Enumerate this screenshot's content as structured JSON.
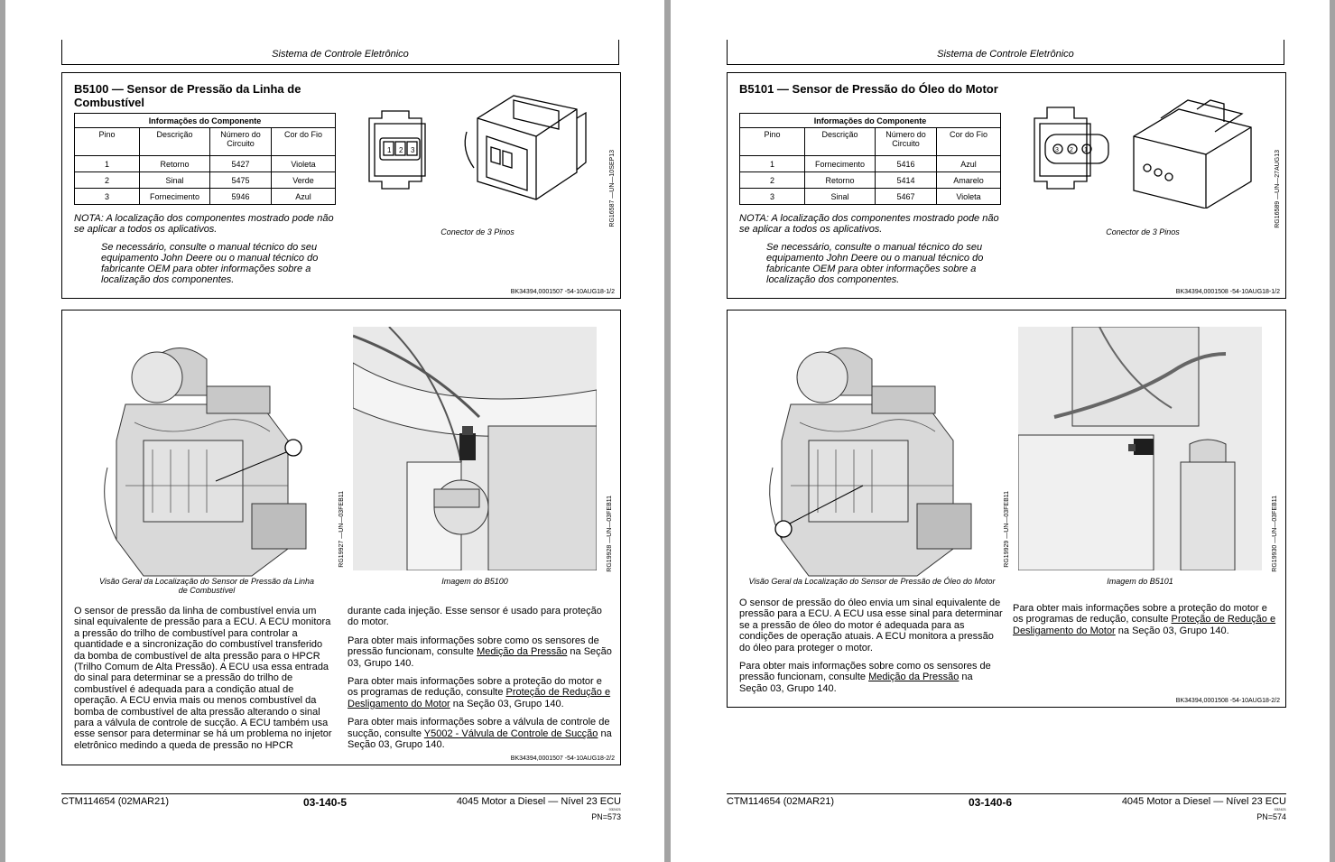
{
  "pages": [
    {
      "header": "Sistema de Controle Eletrônico",
      "title": "B5100 — Sensor de Pressão da Linha de Combustível",
      "table": {
        "caption": "Informações do Componente",
        "headers": [
          "Pino",
          "Descrição",
          "Número do Circuito",
          "Cor do Fio"
        ],
        "rows": [
          [
            "1",
            "Retorno",
            "5427",
            "Violeta"
          ],
          [
            "2",
            "Sinal",
            "5475",
            "Verde"
          ],
          [
            "3",
            "Fornecimento",
            "5946",
            "Azul"
          ]
        ]
      },
      "nota": "NOTA: A localização dos componentes mostrado pode não se aplicar a todos os aplicativos.",
      "nota2": "Se necessário, consulte o manual técnico do seu equipamento John Deere ou o manual técnico do fabricante OEM para obter informações sobre a localização dos componentes.",
      "conn_caption": "Conector de 3 Pinos",
      "conn_pins": [
        "1",
        "2",
        "3"
      ],
      "conn_code": "RG16587 —UN—10SEP13",
      "ref1": "BK34394,0001507 -54-10AUG18-1/2",
      "eng_caption": "Visão Geral da Localização do Sensor de Pressão da Linha de Combustível",
      "eng_code": "RG19927 —UN—03FEB11",
      "det_caption": "Imagem do B5100",
      "det_code": "RG19928 —UN—03FEB11",
      "col1": [
        "O sensor de pressão da linha de combustível envia um sinal equivalente de pressão para a ECU. A ECU monitora a pressão do trilho de combustível para controlar a quantidade e a sincronização do combustível transferido da bomba de combustível de alta pressão para o HPCR (Trilho Comum de Alta Pressão). A ECU usa essa entrada do sinal para determinar se a pressão do trilho de combustível é adequada para a condição atual de operação. A ECU envia mais ou menos combustível da bomba de combustível de alta pressão alterando o sinal para a válvula de controle de sucção. A ECU também usa esse sensor para determinar se há um problema no injetor eletrônico medindo a queda de pressão no HPCR"
      ],
      "col2": [
        {
          "pre": "durante cada injeção. Esse sensor é usado para proteção do motor.",
          "link": "",
          "post": ""
        },
        {
          "pre": "Para obter mais informações sobre como os sensores de pressão funcionam, consulte ",
          "link": "Medição da Pressão",
          "post": " na Seção 03, Grupo 140."
        },
        {
          "pre": "Para obter mais informações sobre a proteção do motor e os programas de redução, consulte ",
          "link": "Proteção de Redução e Desligamento do Motor",
          "post": " na Seção 03, Grupo 140."
        },
        {
          "pre": "Para obter mais informações sobre a válvula de controle de sucção, consulte ",
          "link": "Y5002 - Válvula de Controle de Sucção",
          "post": " na Seção 03, Grupo 140."
        }
      ],
      "ref2": "BK34394,0001507 -54-10AUG18-2/2",
      "footer": {
        "left": "CTM114654 (02MAR21)",
        "mid": "03-140-5",
        "right": "4045 Motor a Diesel — Nível 23 ECU",
        "tiny": "032421",
        "pn": "PN=573"
      }
    },
    {
      "header": "Sistema de Controle Eletrônico",
      "title": "B5101 — Sensor de Pressão do Óleo do Motor",
      "table": {
        "caption": "Informações do Componente",
        "headers": [
          "Pino",
          "Descrição",
          "Número do Circuito",
          "Cor do Fio"
        ],
        "rows": [
          [
            "1",
            "Fornecimento",
            "5416",
            "Azul"
          ],
          [
            "2",
            "Retorno",
            "5414",
            "Amarelo"
          ],
          [
            "3",
            "Sinal",
            "5467",
            "Violeta"
          ]
        ]
      },
      "nota": "NOTA: A localização dos componentes mostrado pode não se aplicar a todos os aplicativos.",
      "nota2": "Se necessário, consulte o manual técnico do seu equipamento John Deere ou o manual técnico do fabricante OEM para obter informações sobre a localização dos componentes.",
      "conn_caption": "Conector de 3 Pinos",
      "conn_pins": [
        "3",
        "2",
        "1"
      ],
      "conn_code": "RG16589 —UN—27AUG13",
      "ref1": "BK34394,0001508 -54-10AUG18-1/2",
      "eng_caption": "Visão Geral da Localização do Sensor de Pressão de Óleo do Motor",
      "eng_code": "RG19929 —UN—03FEB11",
      "det_caption": "Imagem do B5101",
      "det_code": "RG19930 —UN—03FEB11",
      "col1": [
        {
          "pre": "O sensor de pressão do óleo envia um sinal equivalente de pressão para a ECU. A ECU usa esse sinal para determinar se a pressão de óleo do motor é adequada para as condições de operação atuais. A ECU monitora a pressão do óleo para proteger o motor.",
          "link": "",
          "post": ""
        },
        {
          "pre": "Para obter mais informações sobre como os sensores de pressão funcionam, consulte ",
          "link": "Medição da Pressão",
          "post": " na Seção 03, Grupo 140."
        }
      ],
      "col2": [
        {
          "pre": "Para obter mais informações sobre a proteção do motor e os programas de redução, consulte ",
          "link": "Proteção de Redução e Desligamento do Motor",
          "post": " na Seção 03, Grupo 140."
        }
      ],
      "ref2": "BK34394,0001508 -54-10AUG18-2/2",
      "footer": {
        "left": "CTM114654 (02MAR21)",
        "mid": "03-140-6",
        "right": "4045 Motor a Diesel — Nível 23 ECU",
        "tiny": "032421",
        "pn": "PN=574"
      }
    }
  ]
}
